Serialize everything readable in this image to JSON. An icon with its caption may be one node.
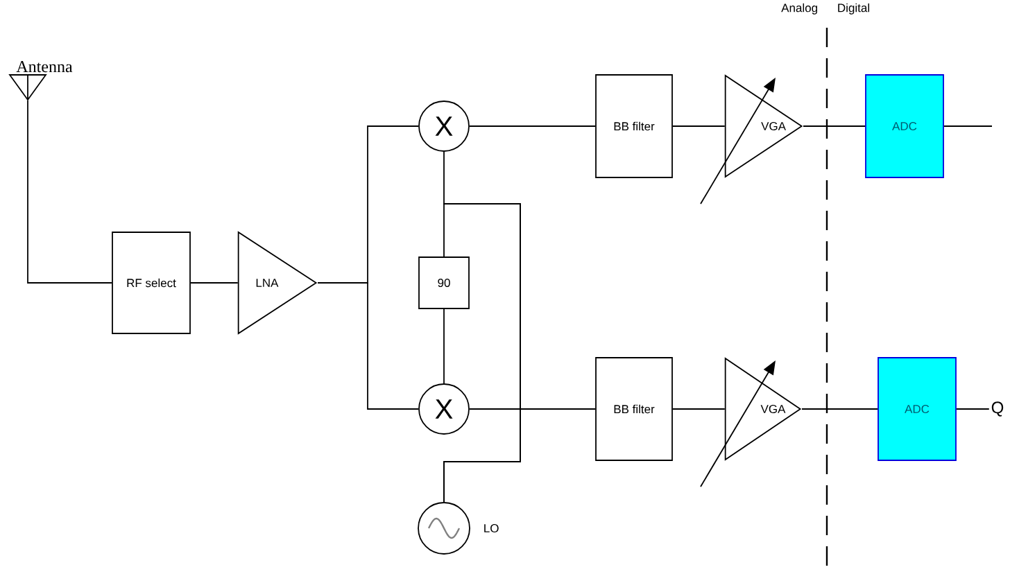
{
  "diagram": {
    "nodes": [
      {
        "text": [
          "Antenna"
        ]
      },
      {
        "text": [
          "RF select"
        ]
      },
      {
        "text": [
          "LNA"
        ]
      },
      {
        "text": [
          "X"
        ]
      },
      {
        "text": [
          "X"
        ]
      },
      {
        "text": [
          "90"
        ]
      },
      {
        "text": [],
        "shape": "circle",
        "beside": [
          "LO"
        ]
      },
      {
        "text": [
          "BB filter"
        ]
      },
      {
        "text": [
          "BB filter"
        ]
      },
      {
        "text": [
          "VGA"
        ]
      },
      {
        "text": [
          "VGA"
        ]
      },
      {
        "text": [
          "ADC"
        ]
      },
      {
        "text": [
          "ADC"
        ]
      },
      {
        "text": [
          "Q"
        ]
      }
    ],
    "edges": [
      {
        "from": 0,
        "to": 1,
        "arrow": "none"
      },
      {
        "from": 1,
        "to": 2,
        "arrow": "none"
      },
      {
        "from": 2,
        "to": 3,
        "arrow": "none"
      },
      {
        "from": 2,
        "to": 4,
        "arrow": "none"
      },
      {
        "from": 6,
        "to": 3,
        "arrow": "none"
      },
      {
        "from": 6,
        "to": 5,
        "arrow": "none"
      },
      {
        "from": 5,
        "to": 4,
        "arrow": "none"
      },
      {
        "from": 3,
        "to": 7,
        "arrow": "none"
      },
      {
        "from": 7,
        "to": 9,
        "arrow": "none"
      },
      {
        "from": 9,
        "to": 11,
        "arrow": "none"
      },
      {
        "from": 11,
        "to": null,
        "arrow": "none"
      },
      {
        "from": 4,
        "to": 8,
        "arrow": "none"
      },
      {
        "from": 8,
        "to": 10,
        "arrow": "none"
      },
      {
        "from": 10,
        "to": 12,
        "arrow": "none"
      },
      {
        "from": 12,
        "to": 13,
        "arrow": "none"
      }
    ],
    "labels": [
      "Analog",
      "Digital"
    ]
  }
}
